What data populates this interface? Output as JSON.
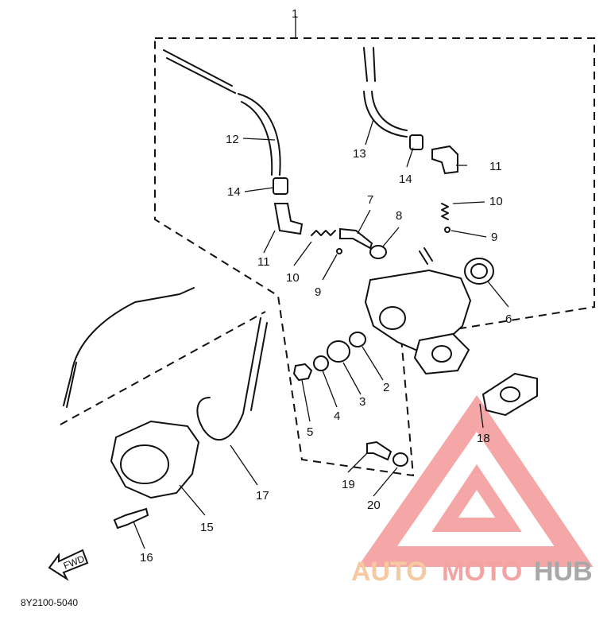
{
  "diagram": {
    "callouts": [
      "1",
      "12",
      "13",
      "14",
      "14",
      "11",
      "11",
      "10",
      "10",
      "9",
      "9",
      "7",
      "8",
      "6",
      "2",
      "3",
      "4",
      "5",
      "18",
      "19",
      "20",
      "17",
      "15",
      "16"
    ],
    "drawing_code": "8Y2100-5040",
    "front_arrow_label": "FWD"
  },
  "watermark": {
    "part1": "AUTO",
    "part2": "MOTO",
    "part3": "HUB",
    "colors": {
      "auto": "#f6c9a0",
      "moto": "#f4a3a3",
      "hub": "#a8a8a8",
      "triangle": "#f28a8a"
    }
  }
}
